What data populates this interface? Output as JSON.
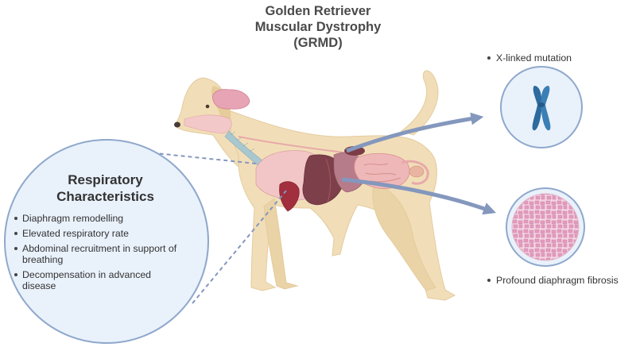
{
  "title": {
    "line1": "Golden Retriever",
    "line2": "Muscular Dystrophy",
    "line3": "(GRMD)"
  },
  "respiratory": {
    "heading_line1": "Respiratory",
    "heading_line2": "Characteristics",
    "items": [
      {
        "line1": "Diaphragm remodelling",
        "line2": ""
      },
      {
        "line1": "Elevated respiratory rate",
        "line2": ""
      },
      {
        "line1": "Abdominal recruitment in support of",
        "line2": "breathing"
      },
      {
        "line1": "Decompensation in advanced",
        "line2": "disease"
      }
    ]
  },
  "callouts": {
    "xlinked": "X-linked mutation",
    "fibrosis": "Profound diaphragm fibrosis"
  },
  "icons": {
    "chromosome": "chromosome-icon",
    "tissue": "fibrotic-tissue-icon",
    "dog": "dog-anatomy-illustration"
  },
  "colors": {
    "circle_fill": "#e9f1fb",
    "circle_stroke": "#8fa8cc",
    "arrow": "#8497bd",
    "chromosome": "#2c6b9e",
    "tissue": "#e6a9c4",
    "dog_body": "#f1deb8",
    "lung": "#f2c6c6",
    "liver": "#7d3f4a"
  }
}
